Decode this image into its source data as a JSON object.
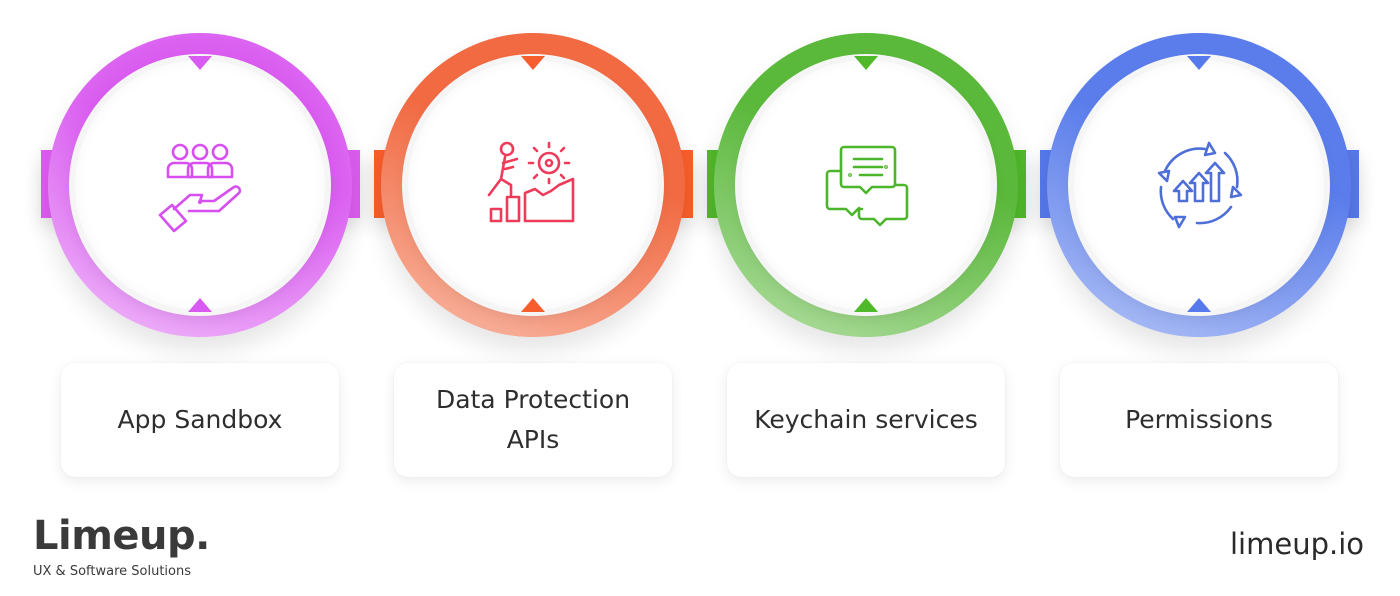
{
  "steps": [
    {
      "label": "App Sandbox",
      "icon": "hand-holding-people-icon",
      "color": "#dc5df0"
    },
    {
      "label": "Data Protection APIs",
      "icon": "person-climbing-to-gear-icon",
      "color": "#fa5e2b"
    },
    {
      "label": "Keychain services",
      "icon": "chat-bubbles-icon",
      "color": "#4fb92a"
    },
    {
      "label": "Permissions",
      "icon": "growth-cycle-arrows-icon",
      "color": "#5679ec"
    }
  ],
  "brand": {
    "name": "Limeup.",
    "tagline": "UX & Software Solutions",
    "website": "limeup.io"
  }
}
